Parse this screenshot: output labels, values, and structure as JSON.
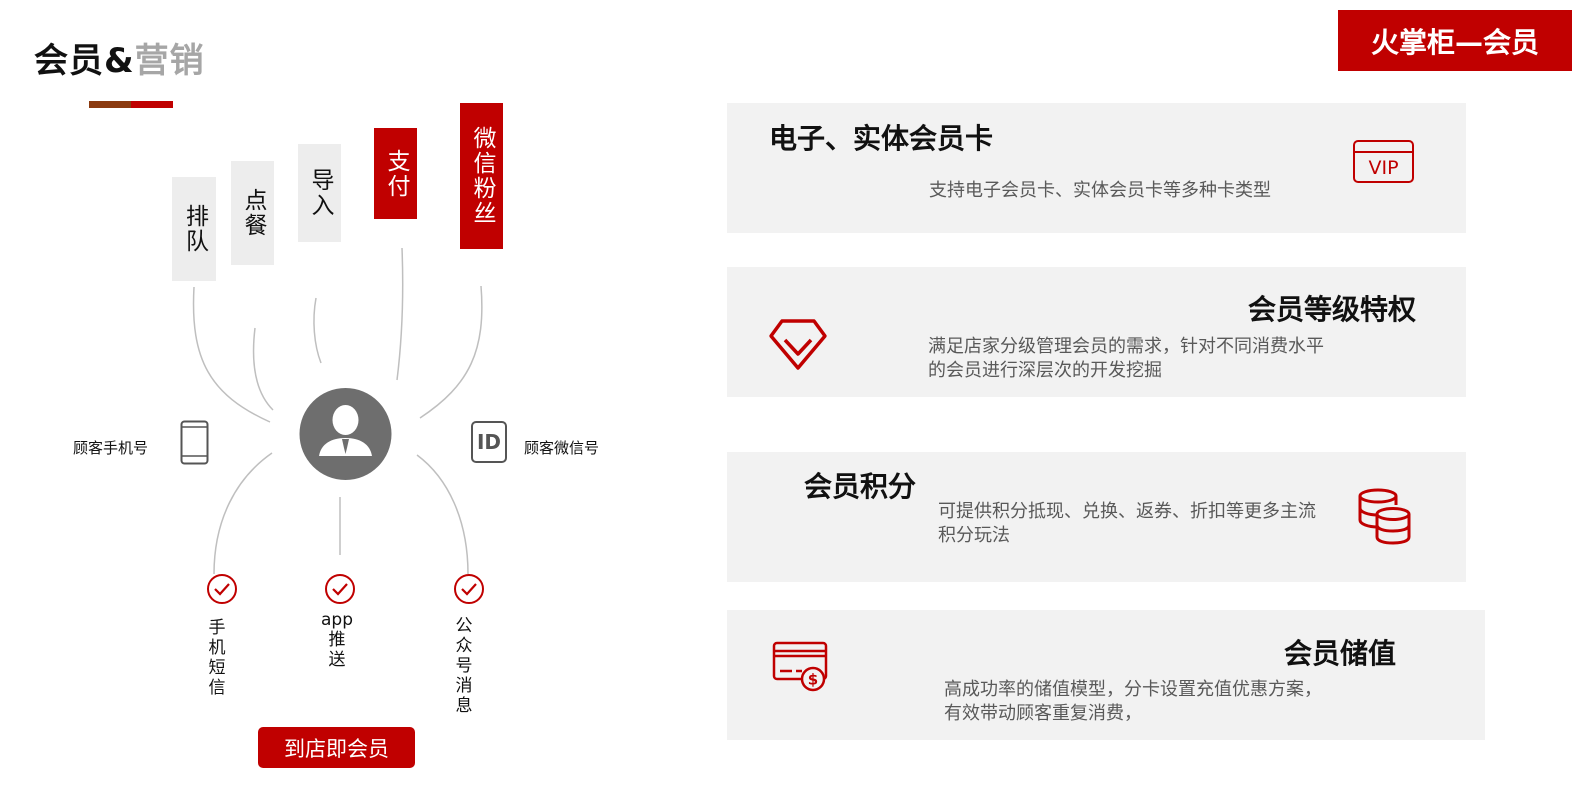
{
  "header": {
    "title_part1": "会员&",
    "title_part2": "营销",
    "brand": "火掌柜—会员"
  },
  "tags": [
    {
      "label": "排队"
    },
    {
      "label": "点餐"
    },
    {
      "label": "导入"
    },
    {
      "label": "支付"
    },
    {
      "label": "微信粉丝"
    }
  ],
  "side_labels": {
    "phone": "顾客手机号",
    "wechat_id": "顾客微信号",
    "id_badge": "ID"
  },
  "channels": [
    {
      "label": "手\n机\n短\n信"
    },
    {
      "label": "app\n推\n送"
    },
    {
      "label": "公\n众\n号\n消\n息"
    }
  ],
  "store_button": "到店即会员",
  "features": [
    {
      "title": "电子、实体会员卡",
      "desc": "支持电子会员卡、实体会员卡等多种卡类型",
      "icon_text": "VIP"
    },
    {
      "title": "会员等级特权",
      "desc": "满足店家分级管理会员的需求，针对不同消费水平的会员进行深层次的开发挖掘"
    },
    {
      "title": "会员积分",
      "desc": "可提供积分抵现、兑换、返券、折扣等更多主流积分玩法"
    },
    {
      "title": "会员储值",
      "desc": "高成功率的储值模型，分卡设置充值优惠方案，有效带动顾客重复消费，"
    }
  ],
  "colors": {
    "accent": "#c00000",
    "dark_accent": "#8b3a0f",
    "card_bg": "#f2f2f2",
    "muted_text": "#595959"
  }
}
